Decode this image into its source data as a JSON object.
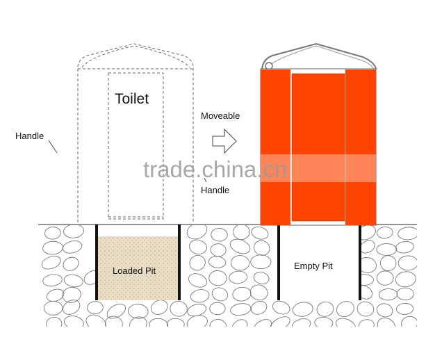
{
  "labels": {
    "toilet": "Toilet",
    "moveable": "Moveable",
    "handle_left": "Handle",
    "handle_right": "Handle",
    "loaded_pit": "Loaded Pit",
    "empty_pit": "Empty Pit"
  },
  "watermark": "trade.china.cn",
  "colors": {
    "toilet_fill": "#ff4400",
    "loaded_pit_fill": "#e8dcc4",
    "line": "#222222"
  }
}
